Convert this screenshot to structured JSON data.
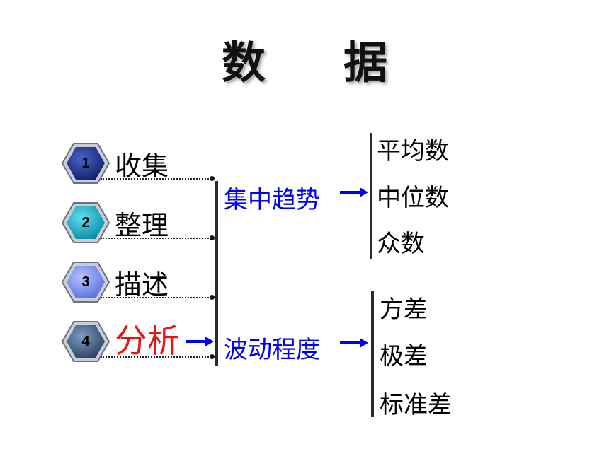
{
  "title": {
    "char1": "数",
    "char2": "据"
  },
  "steps": [
    {
      "number": "1",
      "label": "收集",
      "hex_color": "#1d2f8a"
    },
    {
      "number": "2",
      "label": "整理",
      "hex_color": "#12a9c4"
    },
    {
      "number": "3",
      "label": "描述",
      "hex_color": "#7d8ff0"
    },
    {
      "number": "4",
      "label": "分析",
      "hex_color": "#3e5d86"
    }
  ],
  "branches": [
    {
      "label": "集中趋势",
      "items": [
        "平均数",
        "中位数",
        "众数"
      ]
    },
    {
      "label": "波动程度",
      "items": [
        "方差",
        "极差",
        "标准差"
      ]
    }
  ],
  "colors": {
    "highlight": "#ee1111",
    "branch_text": "#0000ee",
    "arrow": "#0000ee"
  }
}
